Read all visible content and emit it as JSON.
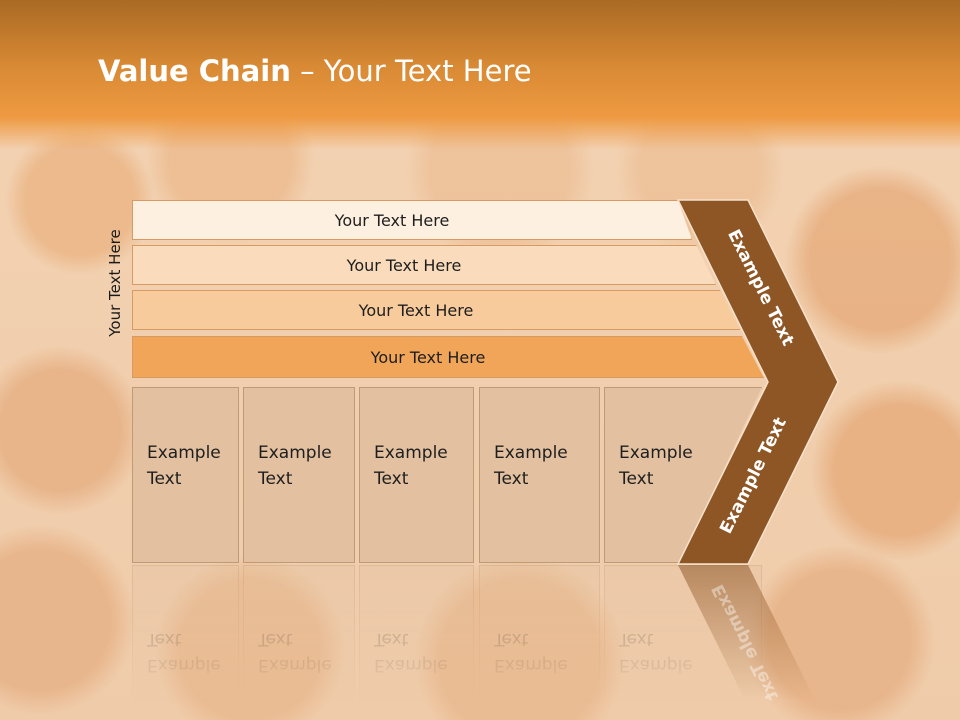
{
  "title": {
    "bold": "Value Chain",
    "rest": " – Your Text Here"
  },
  "axis_label": "Your Text Here",
  "bars": [
    {
      "label": "Your Text Here"
    },
    {
      "label": "Your Text Here"
    },
    {
      "label": "Your Text Here"
    },
    {
      "label": "Your Text Here"
    }
  ],
  "boxes": [
    {
      "line1": "Example",
      "line2": "Text"
    },
    {
      "line1": "Example",
      "line2": "Text"
    },
    {
      "line1": "Example",
      "line2": "Text"
    },
    {
      "line1": "Example",
      "line2": "Text"
    },
    {
      "line1": "Example",
      "line2": "Text"
    }
  ],
  "chevron": {
    "upper_label": "Example Text",
    "lower_label": "Example Text"
  },
  "colors": {
    "header": "#e08e38",
    "chevron": "#8e5525",
    "bar_1": "#fdf0e0",
    "bar_2": "#fadcbd",
    "bar_3": "#f8cb9c",
    "bar_4": "#f1a558",
    "box": "#e2c0a0"
  }
}
